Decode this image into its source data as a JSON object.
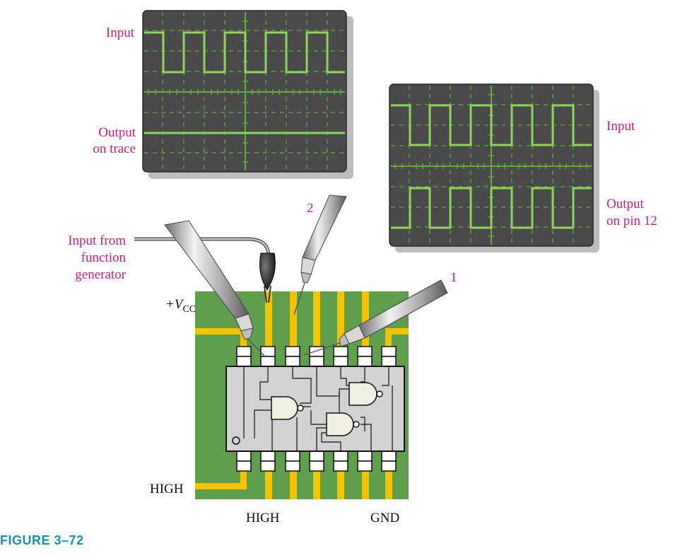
{
  "figure": {
    "caption": "FIGURE 3–72"
  },
  "scope_left": {
    "input_label": "Input",
    "output_label_line1": "Output",
    "output_label_line2": "on trace"
  },
  "scope_right": {
    "input_label": "Input",
    "output_label_line1": "Output",
    "output_label_line2": "on pin 12"
  },
  "labels": {
    "function_gen_line1": "Input from",
    "function_gen_line2": "function",
    "function_gen_line3": "generator",
    "vcc_prefix": "+V",
    "vcc_sub": "CC",
    "probe1": "1",
    "probe2": "2",
    "high_left": "HIGH",
    "high_bottom": "HIGH",
    "gnd": "GND"
  },
  "colors": {
    "board": "#5e9e4c",
    "trace": "#f5c400",
    "scope_screen": "#4a4a4a",
    "waveform": "#8fd45a",
    "grid": "#5fae3d",
    "label_magenta": "#d4197f",
    "caption_blue": "#1a8fb8",
    "ic_body": "#d2d2d2"
  }
}
